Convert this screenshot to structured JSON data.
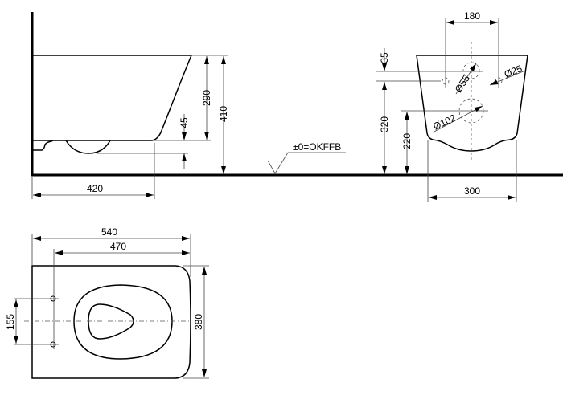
{
  "side_view": {
    "height_bowl": "290",
    "height_total": "410",
    "offset_bottom": "45",
    "depth": "420",
    "floor_reference": "±0=OKFFB"
  },
  "front_view": {
    "mount_spacing": "180",
    "top_offset": "35",
    "mount_height": "320",
    "outlet_height": "220",
    "width": "300",
    "dia_inlet": "Ø55",
    "dia_mount": "Ø25",
    "dia_outlet": "Ø102"
  },
  "top_view": {
    "length_total": "540",
    "length_from_mount": "470",
    "mount_spacing": "155",
    "width": "380"
  }
}
